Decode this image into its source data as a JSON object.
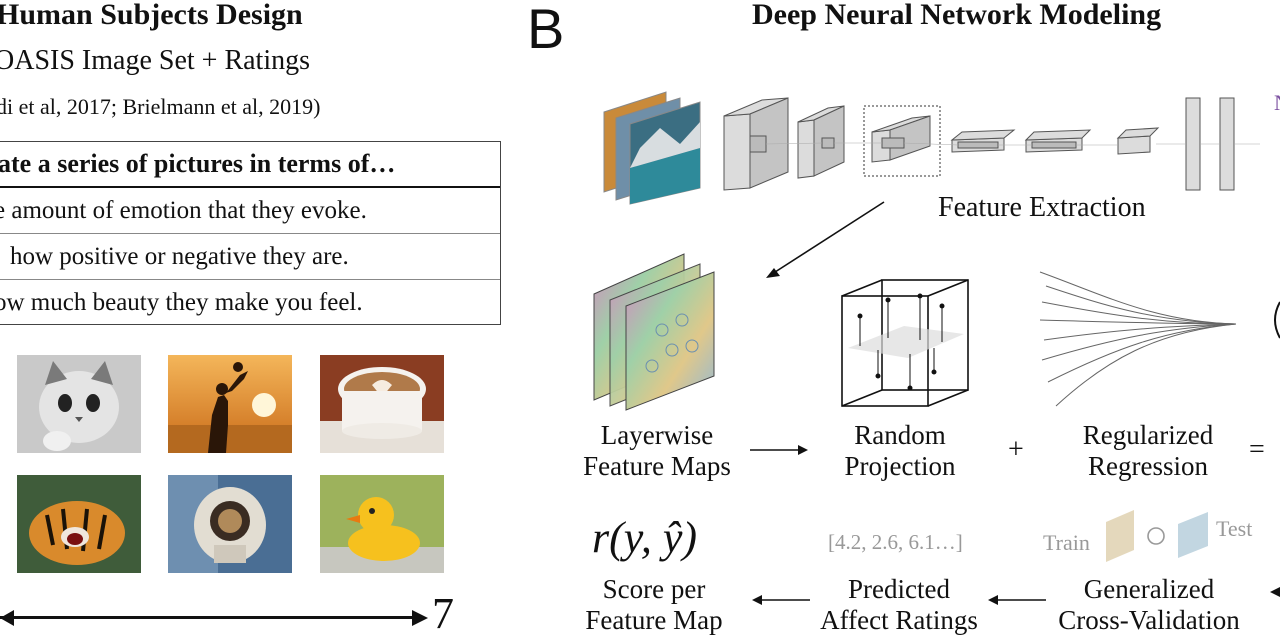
{
  "left_panel": {
    "title": "Human Subjects Design",
    "subtitle": "OASIS Image Set + Ratings",
    "citation": "di et al, 2017; Brielmann et al, 2019)",
    "table": {
      "header": "ate a series of pictures in terms of…",
      "rows": [
        "e amount of emotion that they evoke.",
        "how positive or negative they are.",
        "ow much beauty they make you feel."
      ]
    },
    "images": [
      "kitten",
      "parent-and-child-sunset",
      "latte-art",
      "tiger",
      "astronaut",
      "rubber-duck"
    ],
    "scale_max": "7"
  },
  "right_panel": {
    "panel_letter": "B",
    "title": "Deep Neural Network Modeling",
    "feature_extraction": "Feature Extraction",
    "steps": {
      "layerwise": [
        "Layerwise",
        "Feature Maps"
      ],
      "random_projection": [
        "Random",
        "Projection"
      ],
      "regularized_regression": [
        "Regularized",
        "Regression"
      ],
      "score": [
        "Score per",
        "Feature Map"
      ],
      "predicted": [
        "Predicted",
        "Affect Ratings"
      ],
      "gcv": [
        "Generalized",
        "Cross-Validation"
      ]
    },
    "plus": "+",
    "equals": "=",
    "formula": "r(y, ŷ)",
    "predicted_values": "[4.2, 2.6, 6.1…]",
    "train": "Train",
    "test": "Test"
  },
  "colors": {
    "accent_purple": "#7b4fa0",
    "text": "#111111",
    "muted": "#999999"
  }
}
